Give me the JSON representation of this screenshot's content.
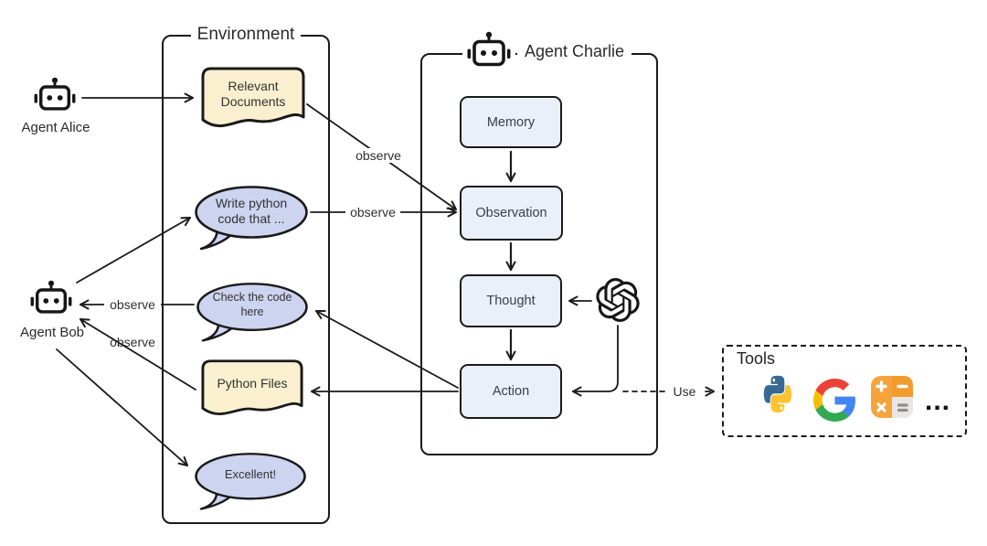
{
  "containers": {
    "environment": "Environment",
    "agent_charlie": "Agent Charlie"
  },
  "agents": {
    "alice": "Agent Alice",
    "bob": "Agent Bob"
  },
  "nodes": {
    "relevant_documents": "Relevant Documents",
    "write_python": "Write python code that ...",
    "check_code": "Check the code here",
    "python_files": "Python Files",
    "excellent": "Excellent!",
    "memory": "Memory",
    "observation": "Observation",
    "thought": "Thought",
    "action": "Action"
  },
  "tools": {
    "title": "Tools",
    "ellipsis": "...",
    "icons": [
      {
        "name": "python-logo"
      },
      {
        "name": "google-logo"
      },
      {
        "name": "calculator-icon"
      }
    ]
  },
  "icons": {
    "agent": "robot-icon",
    "llm": "openai-logo"
  },
  "edges": [
    {
      "from": "agent-alice",
      "to": "relevant-documents",
      "style": "solid"
    },
    {
      "from": "relevant-documents",
      "to": "observation",
      "label": "observe",
      "style": "solid"
    },
    {
      "from": "write-python-bubble",
      "to": "observation",
      "label": "observe",
      "style": "solid"
    },
    {
      "from": "agent-bob",
      "to": "write-python-bubble",
      "style": "solid"
    },
    {
      "from": "check-code-bubble",
      "to": "agent-bob",
      "label": "observe",
      "style": "solid"
    },
    {
      "from": "python-files",
      "to": "agent-bob",
      "label": "observe",
      "style": "solid"
    },
    {
      "from": "agent-bob",
      "to": "excellent-bubble",
      "style": "solid"
    },
    {
      "from": "memory",
      "to": "observation",
      "style": "solid"
    },
    {
      "from": "observation",
      "to": "thought",
      "style": "solid"
    },
    {
      "from": "thought",
      "to": "action",
      "style": "solid"
    },
    {
      "from": "llm",
      "to": "thought",
      "style": "solid"
    },
    {
      "from": "llm",
      "to": "action",
      "style": "solid"
    },
    {
      "from": "action",
      "to": "check-code-bubble",
      "style": "solid"
    },
    {
      "from": "action",
      "to": "python-files",
      "style": "solid"
    },
    {
      "from": "action",
      "to": "tools",
      "label": "Use",
      "style": "dashed"
    }
  ],
  "colors": {
    "border": "#1a1a1a",
    "document_fill": "#faf0cf",
    "bubble_fill": "#ccd4f0",
    "process_fill": "#eaf0fa",
    "text": "#333333",
    "calculator_orange": "#f5a43c",
    "python_blue": "#366994",
    "python_yellow": "#ffc331",
    "google_red": "#EA4335",
    "google_blue": "#4285F4",
    "google_yellow": "#FBBC05",
    "google_green": "#34A853"
  }
}
